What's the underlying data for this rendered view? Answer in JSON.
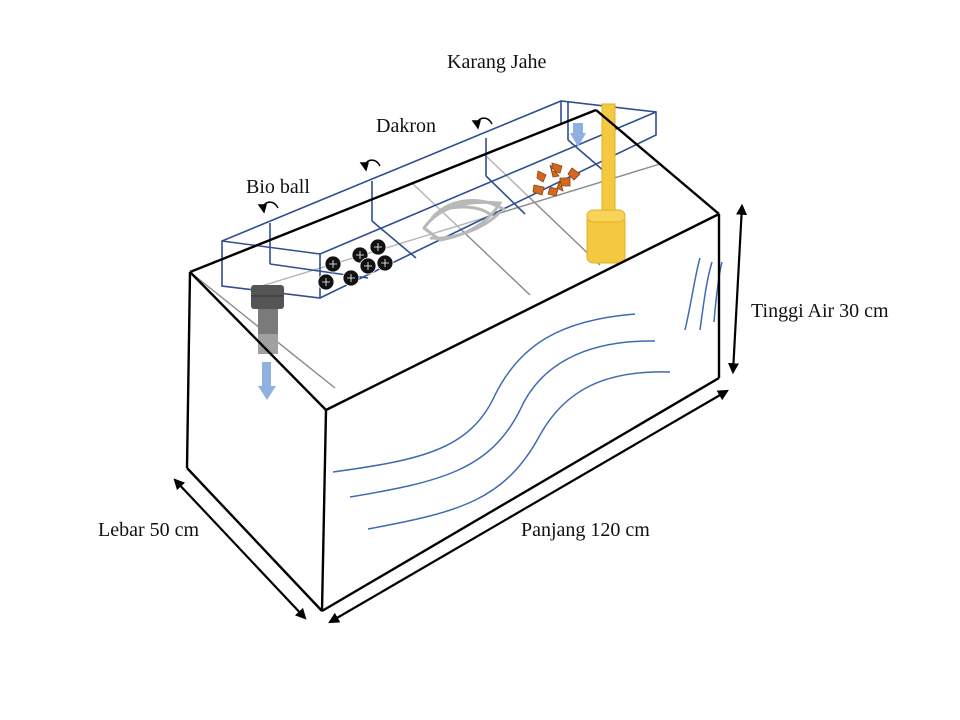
{
  "labels": {
    "karang_jahe": "Karang Jahe",
    "dakron": "Dakron",
    "bio_ball": "Bio ball",
    "tinggi_air": "Tinggi Air 30 cm",
    "lebar": "Lebar 50 cm",
    "panjang": "Panjang 120 cm"
  },
  "colors": {
    "filter_outline": "#2f4f8f",
    "water_lines": "#3f6bb0",
    "flow_arrow": "#8fb0e0",
    "pump": "#f5c842",
    "karang": "#d2691e",
    "dakron_fill": "#bdbdbd",
    "bio_ball": "#111111"
  }
}
